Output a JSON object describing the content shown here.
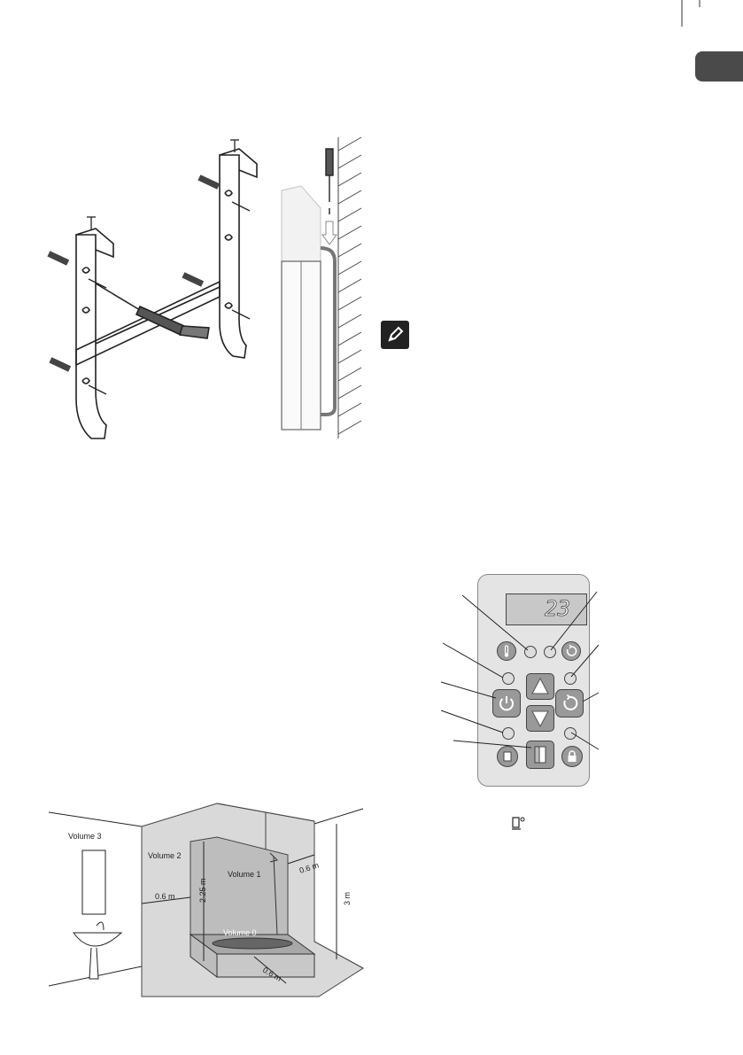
{
  "language_tab": {
    "label": "",
    "color": "#4a4a4a"
  },
  "note": {
    "icon": "pencil-icon"
  },
  "panel": {
    "display_value": "23",
    "icons": {
      "thermometer": "thermometer-icon",
      "power": "power-icon",
      "timer": "timer-icon",
      "up": "arrow-up-icon",
      "down": "arrow-down-icon",
      "window": "window-icon",
      "lock": "lock-icon"
    }
  },
  "inline_icon": "window-open-icon",
  "zones": {
    "volume3": "Volume 3",
    "volume2": "Volume 2",
    "volume1": "Volume 1",
    "volume0": "Volume 0",
    "dim_side": "0.6 m",
    "dim_back": "0.6 m",
    "dim_front": "0.6 m",
    "dim_height": "2.25 m",
    "dim_room": "3 m"
  }
}
